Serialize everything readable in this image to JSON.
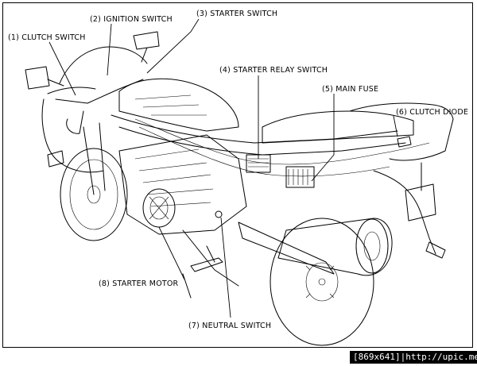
{
  "labels": {
    "clutch_switch": "(1) CLUTCH SWITCH",
    "ignition_switch": "(2) IGNITION SWITCH",
    "starter_switch": "(3) STARTER SWITCH",
    "starter_relay_switch": "(4) STARTER RELAY SWITCH",
    "main_fuse": "(5) MAIN FUSE",
    "clutch_diode": "(6) CLUTCH DIODE",
    "neutral_switch": "(7) NEUTRAL SWITCH",
    "starter_motor": "(8) STARTER MOTOR"
  },
  "watermark": "[869x641]|http://upic.me/",
  "colors": {
    "ink": "#000000",
    "paper": "#ffffff"
  }
}
